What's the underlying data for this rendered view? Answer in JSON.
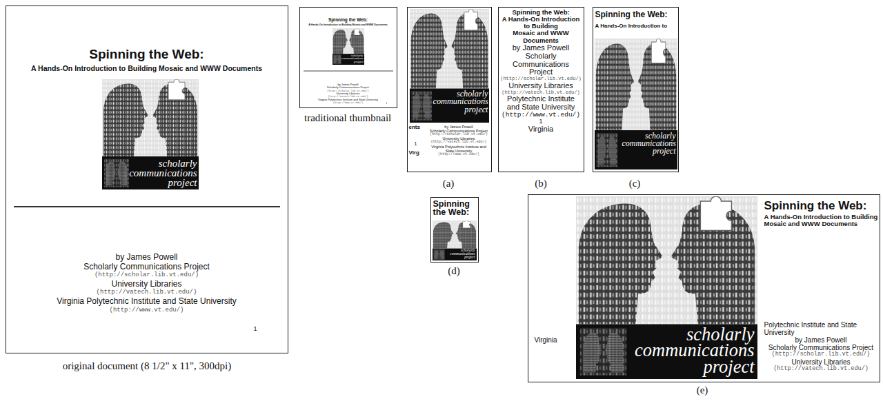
{
  "diagram": {
    "nodes": [
      {
        "text": [
          "Spinning the Web:",
          "A Hands-On Introduction to Building Mosaic and WWW Documents",
          "scholarly communications project",
          "by James Powell",
          "Scholarly Communications Project",
          "(http://scholar.lib.vt.edu/)",
          "University Libraries",
          "(http://vatech.lib.vt.edu/)",
          "Virginia Polytechnic Institute and State University",
          "(http://www.vt.edu/)",
          "1"
        ]
      },
      {
        "text": [
          "Spinning the Web:",
          "A Hands-On Introduction to Building Mosaic and WWW Documents",
          "scholarly communications project",
          "by James Powell",
          "Scholarly Communications Project",
          "(http://scholar.lib.vt.edu/)",
          "University Libraries",
          "(http://vatech.lib.vt.edu/)",
          "Virginia Polytechnic Institute and State University",
          "(http://www.vt.edu/)",
          "1"
        ]
      },
      {
        "text": [
          "scholarly communications project",
          "ents",
          "1",
          "Virg",
          "by James Powell",
          "Scholarly Communications Project",
          "(http://scholar.lib.vt.edu/)",
          "University Libraries",
          "(http://vatech.lib.vt.edu/)",
          "Virginia Polytechnic Institute and State University",
          "(http://www.vt.edu/)"
        ]
      },
      {
        "text": [
          "Spinning the Web:",
          "A Hands-On Introduction to Building",
          "Mosaic and WWW Documents",
          "by James Powell Scholarly Communications Project",
          "(http://scholar.lib.vt.edu/)",
          "University Libraries",
          "(http://vatech.lib.vt.edu/)",
          "Polytechnic Institute and State University",
          "(http://www.vt.edu/)",
          "1",
          "Virginia"
        ]
      },
      {
        "text": [
          "Spinning the Web:",
          "A Hands-On Introduction to",
          "scholarly communications project"
        ]
      },
      {
        "text": [
          "Spinning the Web:",
          "scholarly communications project"
        ]
      },
      {
        "text": [
          "Spinning the Web:",
          "A Hands-On Introduction to Building Mosaic and WWW Documents",
          "scholarly communications project",
          "Virginia",
          "Polytechnic Institute and State University",
          "by James Powell",
          "Scholarly Communications Project",
          "(http://scholar.lib.vt.edu/)",
          "University Libraries",
          "(http://vatech.lib.vt.edu/)"
        ]
      }
    ],
    "labels": [
      "original document (8 1/2\" x 11\", 300dpi)",
      "traditional thumbnail",
      "(a)",
      "(b)",
      "(c)",
      "(d)",
      "(e)"
    ]
  }
}
